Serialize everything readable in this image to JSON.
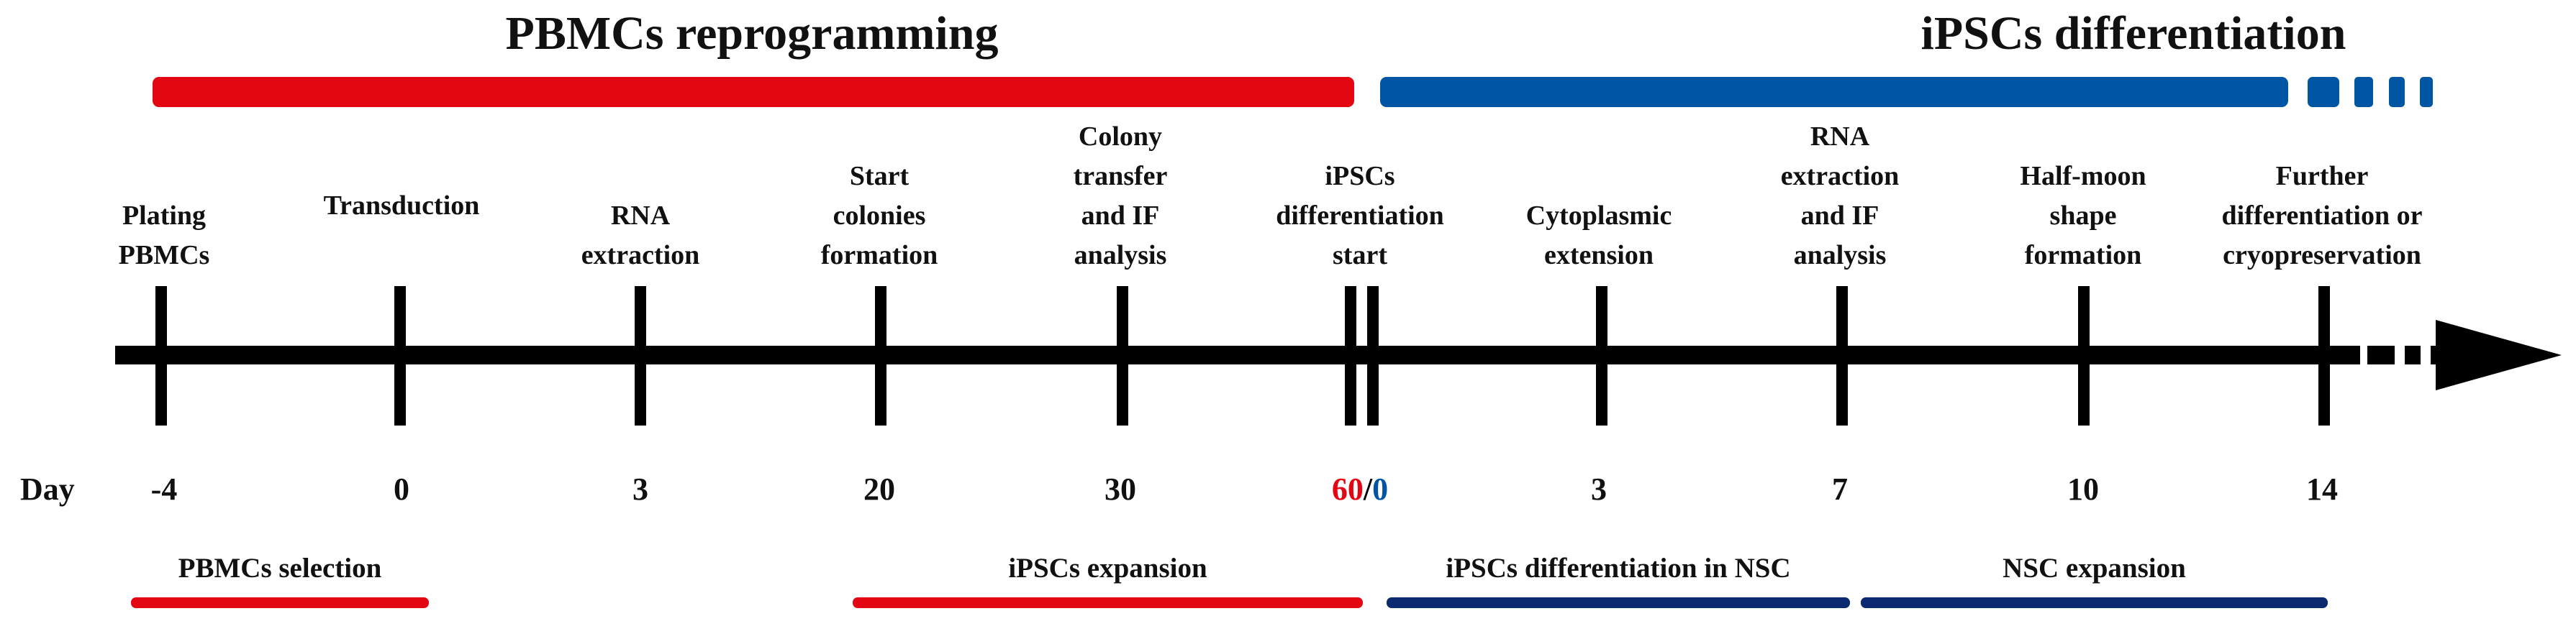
{
  "phases": [
    {
      "label": "PBMCs reprogramming",
      "color": "#e30613"
    },
    {
      "label": "iPSCs differentiation",
      "color": "#0056a3"
    }
  ],
  "colors": {
    "red": "#e30613",
    "blue": "#0056a3",
    "navy": "#0b2a6f",
    "axis": "#000000"
  },
  "events": [
    {
      "lines": [
        "Plating",
        "PBMCs"
      ]
    },
    {
      "lines": [
        "Transduction"
      ]
    },
    {
      "lines": [
        "RNA",
        "extraction"
      ]
    },
    {
      "lines": [
        "Start",
        "colonies",
        "formation"
      ]
    },
    {
      "lines": [
        "Colony",
        "transfer",
        "and IF",
        "analysis"
      ]
    },
    {
      "lines": [
        "iPSCs",
        "differentiation",
        "start"
      ]
    },
    {
      "lines": [
        "Cytoplasmic",
        "extension"
      ]
    },
    {
      "lines": [
        "RNA",
        "extraction",
        "and IF",
        "analysis"
      ]
    },
    {
      "lines": [
        "Half-moon",
        "shape",
        "formation"
      ]
    },
    {
      "lines": [
        "Further",
        "differentiation or",
        "cryopreservation"
      ]
    }
  ],
  "day_label": "Day",
  "days": [
    {
      "text": "-4",
      "color": "red"
    },
    {
      "text": "0",
      "color": "red"
    },
    {
      "text": "3",
      "color": "red"
    },
    {
      "text": "20",
      "color": "red"
    },
    {
      "text": "30",
      "color": "red"
    },
    {
      "parts": [
        {
          "text": "60",
          "color": "red"
        },
        {
          "text": "/",
          "color": "axis"
        },
        {
          "text": "0",
          "color": "blue"
        }
      ]
    },
    {
      "text": "3",
      "color": "blue"
    },
    {
      "text": "7",
      "color": "blue"
    },
    {
      "text": "10",
      "color": "blue"
    },
    {
      "text": "14",
      "color": "blue"
    }
  ],
  "stages": [
    {
      "label": "PBMCs selection",
      "color": "red"
    },
    {
      "label": "iPSCs expansion",
      "color": "red"
    },
    {
      "label": "iPSCs differentiation in NSC",
      "color": "navy"
    },
    {
      "label": "NSC expansion",
      "color": "navy"
    }
  ]
}
